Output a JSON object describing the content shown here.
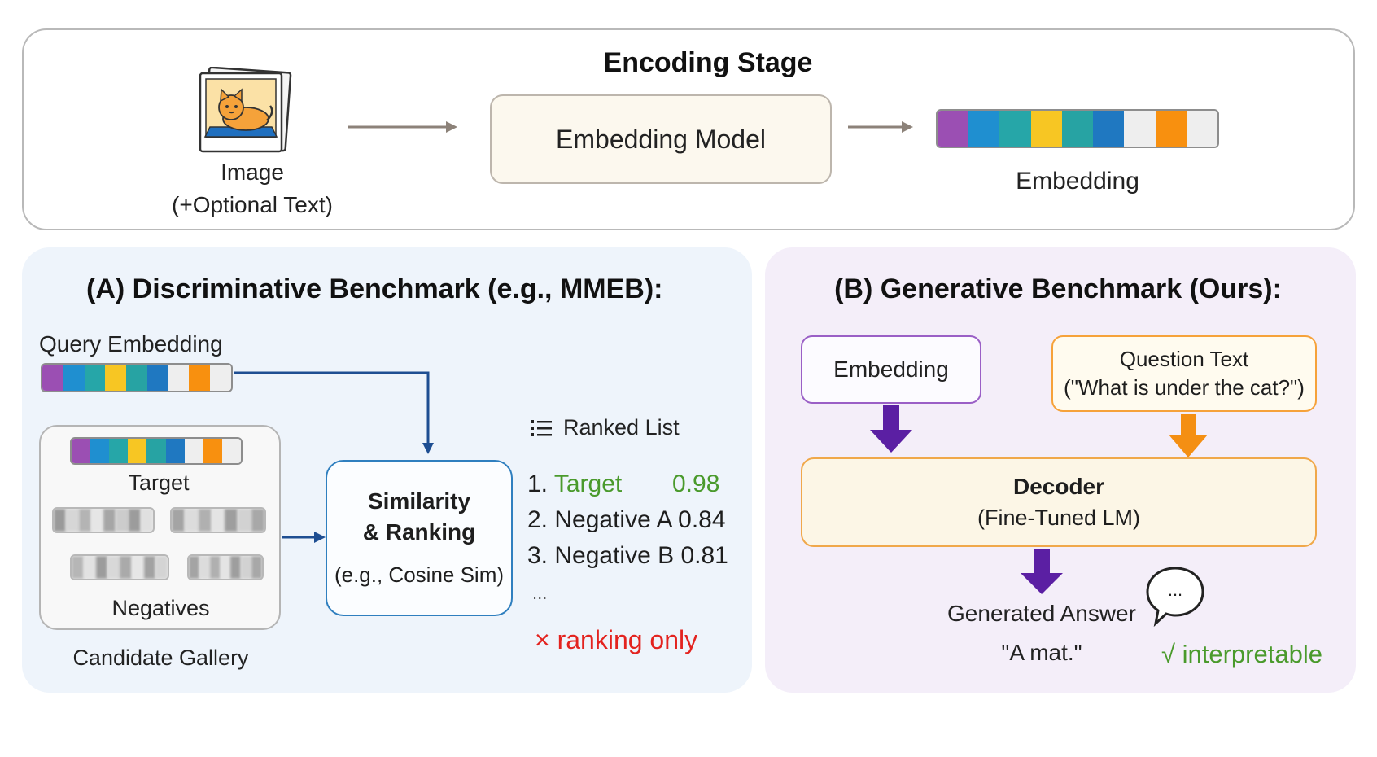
{
  "encoding": {
    "title": "Encoding Stage",
    "image_label": "Image",
    "image_sublabel": "(+Optional Text)",
    "model_label": "Embedding Model",
    "embedding_label": "Embedding"
  },
  "embedding_colors": [
    "#9b4fb3",
    "#1f8fd0",
    "#26a6a8",
    "#f7c623",
    "#27a3a3",
    "#1f78c1",
    "#eeeeee",
    "#f8900f",
    "#eeeeee"
  ],
  "panel_a": {
    "title": "(A) Discriminative Benchmark (e.g., MMEB):",
    "query_label": "Query Embedding",
    "target_label": "Target",
    "negatives_label": "Negatives",
    "gallery_label": "Candidate Gallery",
    "similarity_line1": "Similarity",
    "similarity_line2": "& Ranking",
    "similarity_line3": "(e.g., Cosine Sim)",
    "ranked_list_title": "Ranked List",
    "ranked": [
      {
        "rank": "1.",
        "name": "Target",
        "score": "0.98"
      },
      {
        "rank": "2.",
        "name": "Negative A",
        "score": "0.84"
      },
      {
        "rank": "3.",
        "name": "Negative B",
        "score": "0.81"
      }
    ],
    "ellipsis": "...",
    "verdict": "× ranking only"
  },
  "panel_b": {
    "title": "(B) Generative Benchmark (Ours):",
    "embedding_label": "Embedding",
    "question_line1": "Question Text",
    "question_line2": "(\"What is under the cat?\")",
    "decoder_title": "Decoder",
    "decoder_sub": "(Fine-Tuned LM)",
    "answer_label": "Generated Answer",
    "answer_value": "\"A mat.\"",
    "bubble_text": "...",
    "verdict": "√ interpretable"
  },
  "colors": {
    "green": "#4a9a2c",
    "red": "#e3231f",
    "purple_arrow": "#5b1fa3",
    "orange_arrow": "#f48f13",
    "blue_arrow": "#1e4e92",
    "gray_arrow": "#8c8279"
  }
}
